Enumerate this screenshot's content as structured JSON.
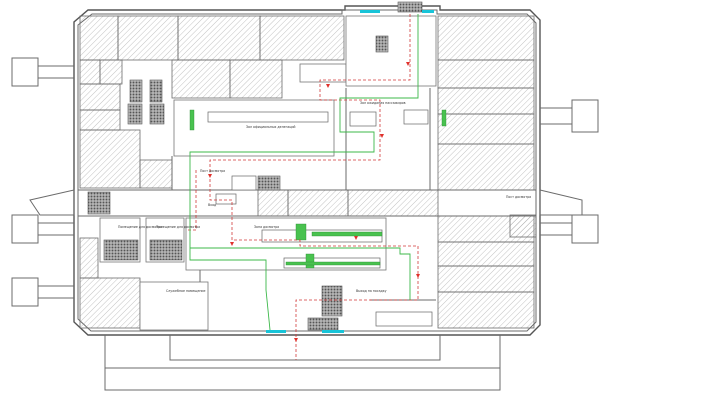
{
  "labels": {
    "corridor_top": "Зал ожидания пассажиров",
    "hall_main": "Зал официальных делегаций",
    "room_left_1": "Помещение для досмотра",
    "room_left_2": "Помещение для досмотра",
    "room_service": "Служебное помещение",
    "zone_center": "Зона досмотра",
    "post_a": "Пост досмотра",
    "post_b": "Пост досмотра",
    "gate_label": "Выход на посадку",
    "arrow_label": "Вход"
  },
  "colors": {
    "route_red": "#d23a3a",
    "route_green": "#3cb84a",
    "equipment_green": "#49c24f",
    "door_cyan": "#18c4d8"
  },
  "icons": {
    "security_marker": "red-arrow-icon"
  }
}
